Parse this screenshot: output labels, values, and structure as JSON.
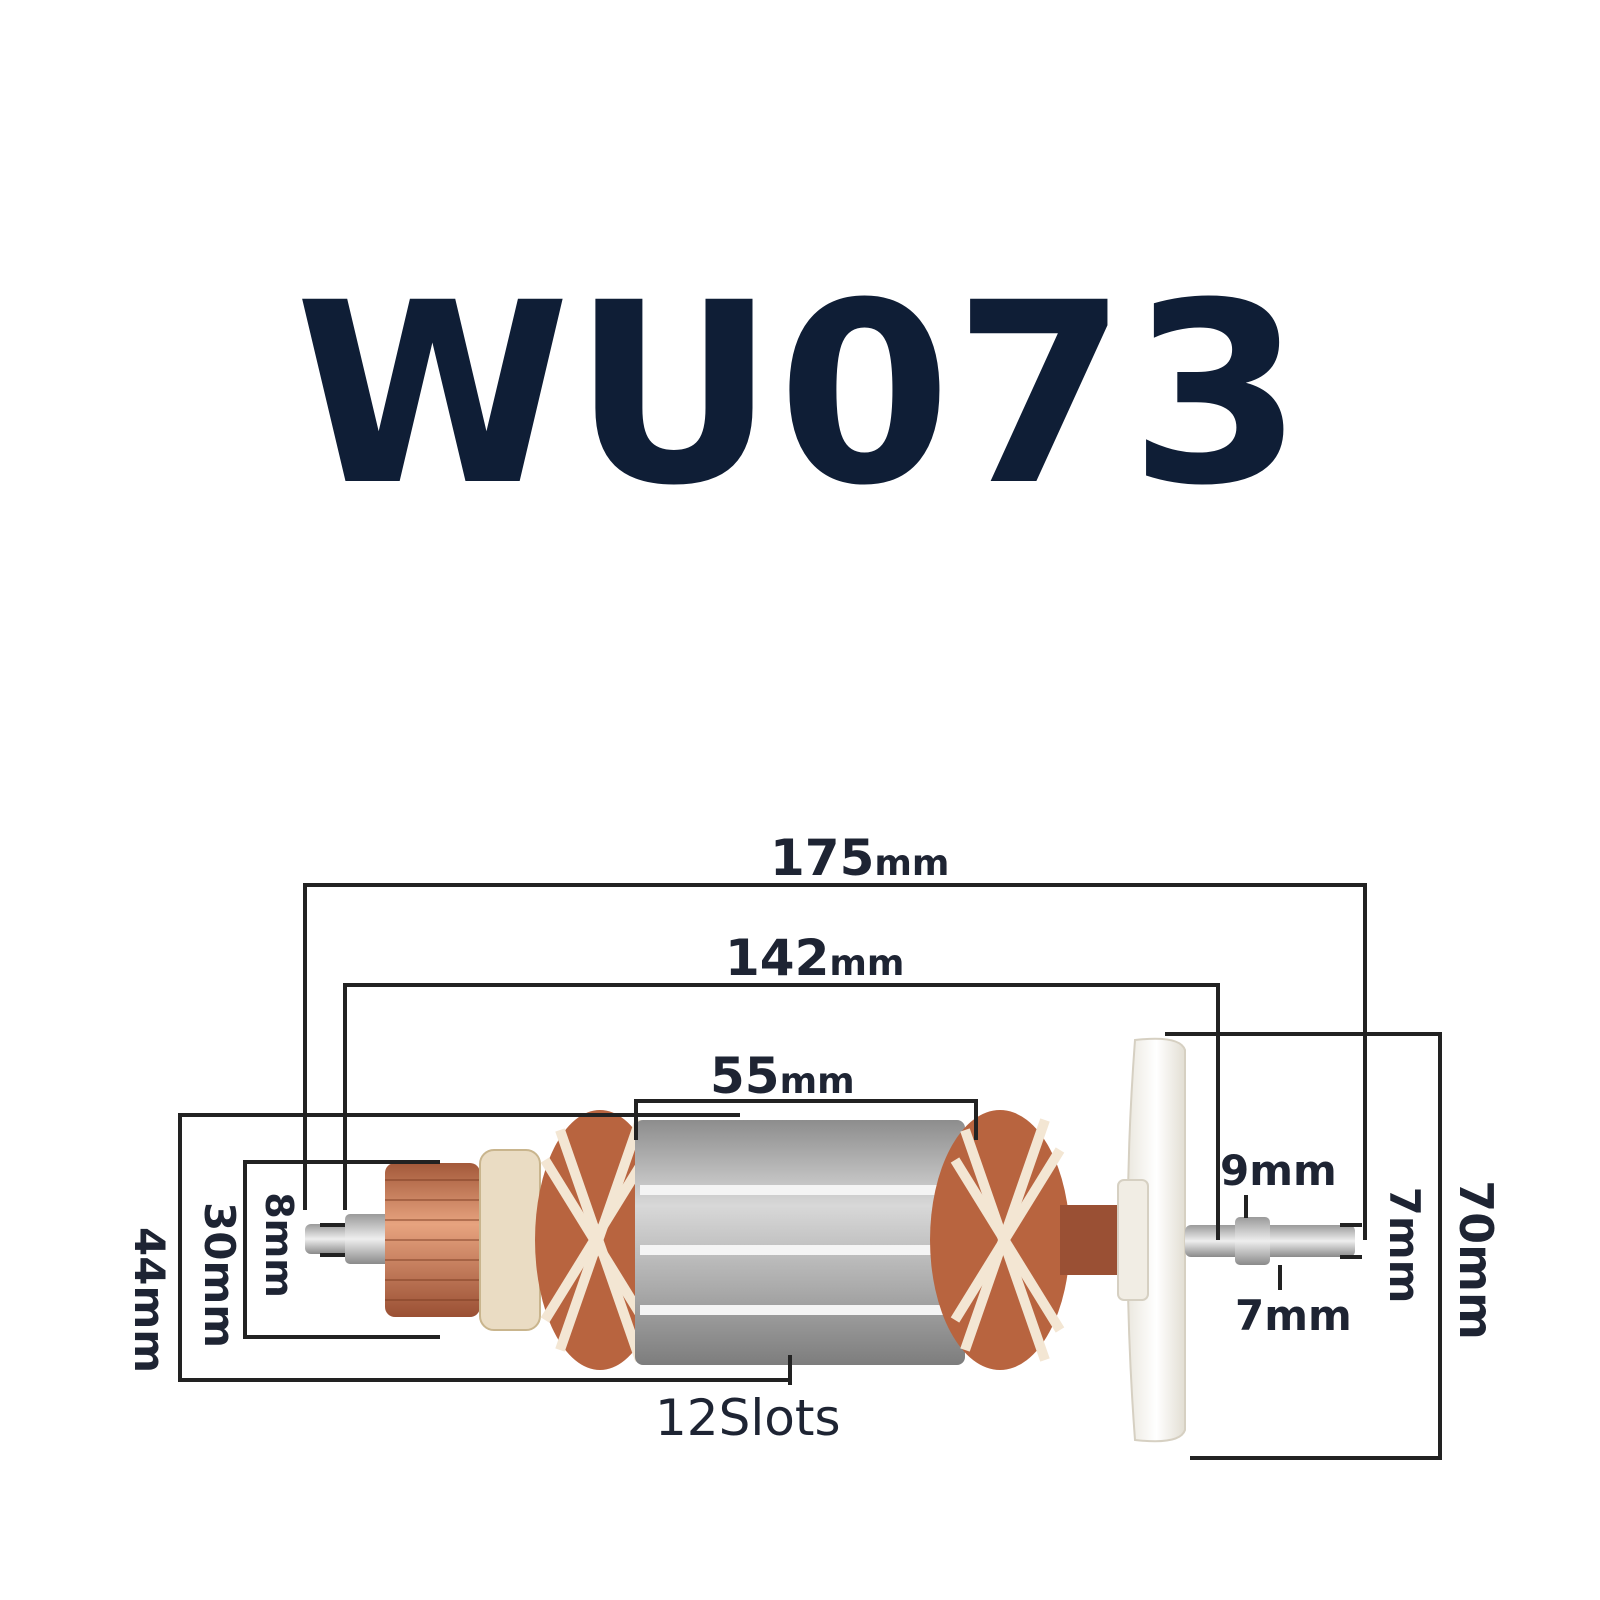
{
  "title": "WU073",
  "dimensions": {
    "total_length": {
      "value": "175",
      "unit": "mm"
    },
    "shaft_length": {
      "value": "142",
      "unit": "mm"
    },
    "stack_length": {
      "value": "55",
      "unit": "mm"
    },
    "commutator_shaft_dia": "8mm",
    "commutator_dia": "30mm",
    "armature_dia": "44mm",
    "bearing_seat_dia": "9mm",
    "shaft_tip_dia": "7mm",
    "shaft_end_dia": "7mm",
    "fan_dia": "70mm",
    "slots": "12Slots"
  },
  "colors": {
    "title": "#0f1e36",
    "copper": "#c87a55",
    "steel": "#b9b9b9",
    "fan": "#f7f5ef"
  }
}
